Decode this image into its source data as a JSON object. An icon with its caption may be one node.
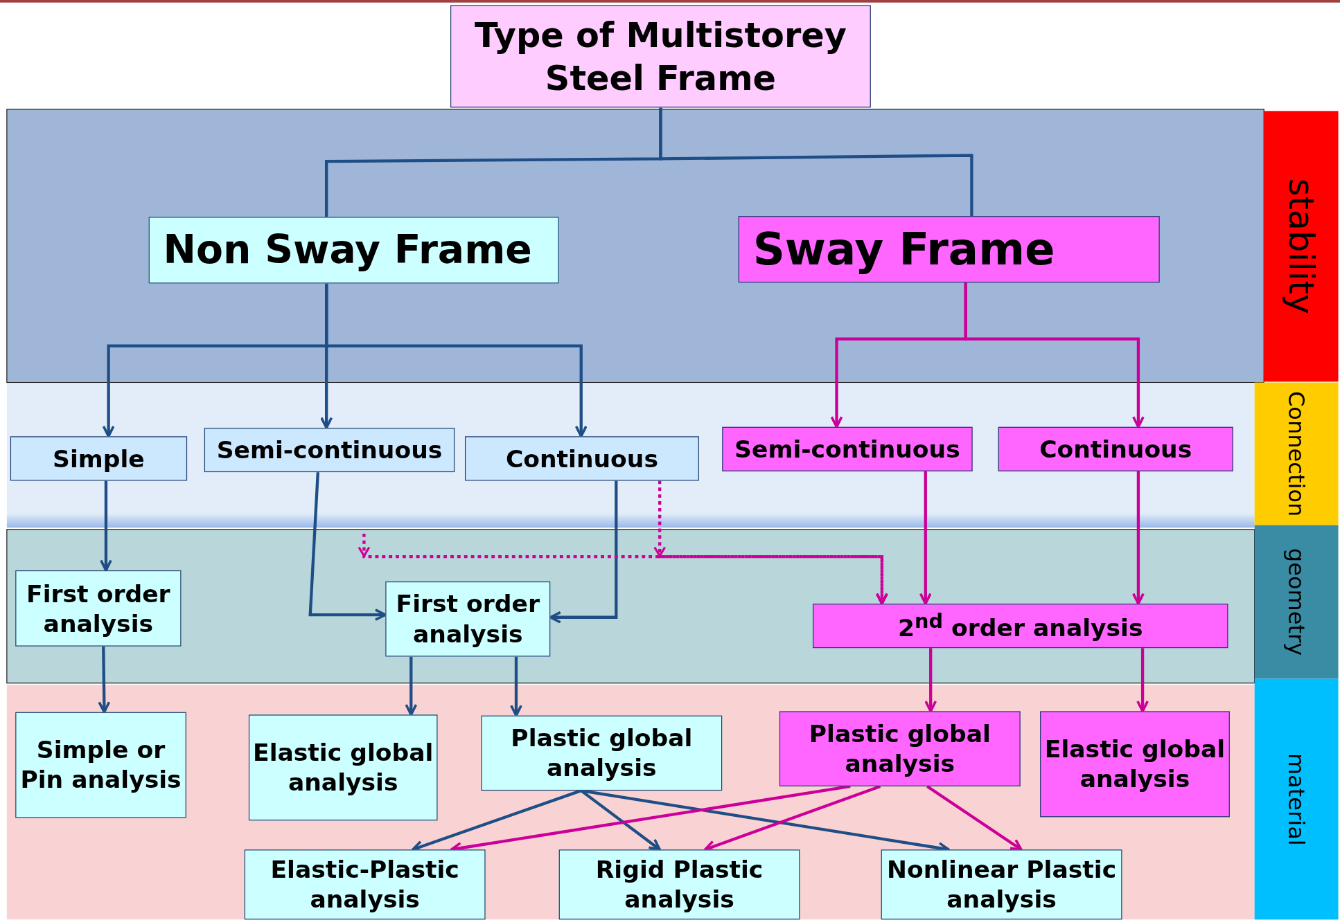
{
  "diagram": {
    "nodes": [
      {
        "text": [
          "Type of Multistorey Steel Frame"
        ]
      },
      {
        "text": [
          "Non Sway Frame"
        ]
      },
      {
        "text": [
          "Sway Frame"
        ]
      },
      {
        "text": [
          "Simple"
        ]
      },
      {
        "text": [
          "Semi-continuous"
        ]
      },
      {
        "text": [
          "Continuous"
        ]
      },
      {
        "text": [
          "Semi-continuous"
        ]
      },
      {
        "text": [
          "Continuous"
        ]
      },
      {
        "text": [
          "First order analysis"
        ]
      },
      {
        "text": [
          "First order analysis"
        ]
      },
      {
        "text": [
          "2$^{nd}$ order analysis"
        ]
      },
      {
        "text": [
          "Simple or Pin analysis"
        ]
      },
      {
        "text": [
          "Elastic global analysis"
        ]
      },
      {
        "text": [
          "Plastic global analysis"
        ]
      },
      {
        "text": [
          "Plastic global analysis"
        ]
      },
      {
        "text": [
          "Elastic global analysis"
        ]
      },
      {
        "text": [
          "Elastic-Plastic analysis"
        ]
      },
      {
        "text": [
          "Rigid Plastic analysis"
        ]
      },
      {
        "text": [
          "Nonlinear Plastic analysis"
        ]
      },
      {
        "text": [
          "stability"
        ]
      },
      {
        "text": [
          "Connection"
        ]
      },
      {
        "text": [
          "geometry"
        ]
      },
      {
        "text": [
          "material"
        ]
      }
    ],
    "edges": [
      {
        "from": 0,
        "to": 1,
        "arrow": "none"
      },
      {
        "from": 0,
        "to": 2,
        "arrow": "none"
      },
      {
        "from": 1,
        "to": 3,
        "arrow": "to"
      },
      {
        "from": 1,
        "to": 4,
        "arrow": "to"
      },
      {
        "from": 1,
        "to": 5,
        "arrow": "to"
      },
      {
        "from": 2,
        "to": 6,
        "arrow": "to",
        "color": "#cc0099"
      },
      {
        "from": 2,
        "to": 7,
        "arrow": "to",
        "color": "#cc0099"
      },
      {
        "from": 3,
        "to": 8,
        "arrow": "to"
      },
      {
        "from": 4,
        "to": 9,
        "arrow": "to"
      },
      {
        "from": 5,
        "to": 9,
        "arrow": "to"
      },
      {
        "from": 5,
        "to": 10,
        "arrow": "to",
        "style": "dashed",
        "color": "#cc0099"
      },
      {
        "from": null,
        "to": 10,
        "arrow": "to",
        "style": "dashed",
        "color": "#cc0099"
      },
      {
        "from": 6,
        "to": 10,
        "arrow": "to",
        "color": "#cc0099"
      },
      {
        "from": 7,
        "to": 10,
        "arrow": "to",
        "color": "#cc0099"
      },
      {
        "from": 8,
        "to": 11,
        "arrow": "to"
      },
      {
        "from": 9,
        "to": 12,
        "arrow": "to"
      },
      {
        "from": 9,
        "to": 13,
        "arrow": "to"
      },
      {
        "from": 10,
        "to": 14,
        "arrow": "to",
        "color": "#cc0099"
      },
      {
        "from": 10,
        "to": 15,
        "arrow": "to",
        "color": "#cc0099"
      },
      {
        "from": 13,
        "to": 16,
        "arrow": "to"
      },
      {
        "from": 13,
        "to": 17,
        "arrow": "to"
      },
      {
        "from": 13,
        "to": 18,
        "arrow": "to"
      },
      {
        "from": 14,
        "to": 16,
        "arrow": "to",
        "color": "#cc0099"
      },
      {
        "from": 14,
        "to": 17,
        "arrow": "to",
        "color": "#cc0099"
      },
      {
        "from": 14,
        "to": 18,
        "arrow": "to",
        "color": "#cc0099"
      }
    ]
  }
}
